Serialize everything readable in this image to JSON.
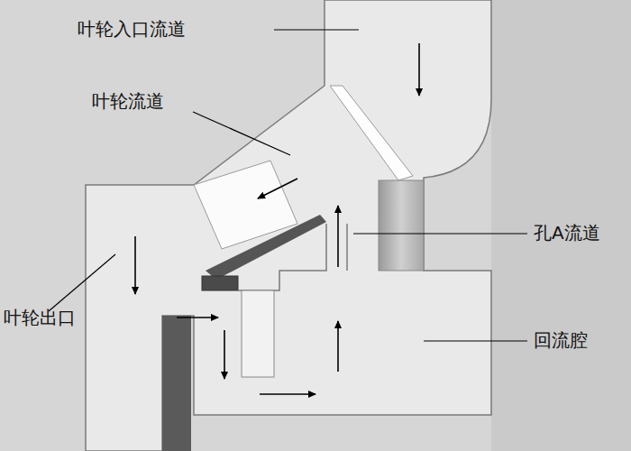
{
  "diagram": {
    "labels": [
      "叶轮入口流道",
      "叶轮流道",
      "孔A流道",
      "叶轮出口",
      "回流腔"
    ]
  }
}
